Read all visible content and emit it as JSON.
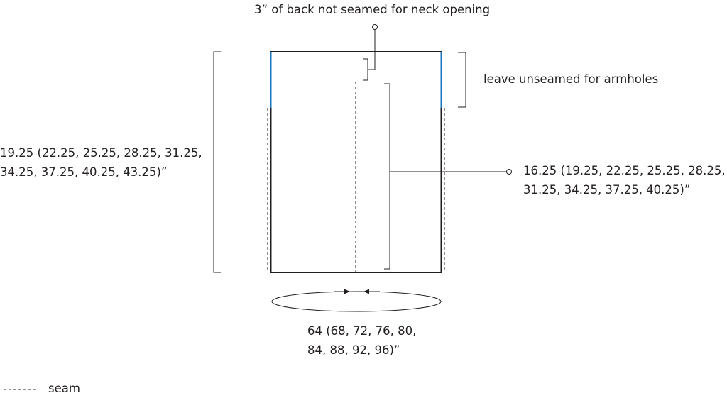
{
  "labels": {
    "neck_opening": "3” of back not seamed for neck opening",
    "armholes": "leave unseamed for armholes",
    "total_length": [
      "19.25 (22.25, 25.25, 28.25, 31.25,",
      "34.25, 37.25, 40.25, 43.25)”"
    ],
    "seam_length": [
      "16.25 (19.25, 22.25, 25.25, 28.25,",
      "31.25, 34.25, 37.25, 40.25)”"
    ],
    "circumference": [
      "64 (68, 72, 76, 80,",
      "84, 88, 92, 96)”"
    ]
  },
  "legend": {
    "seam": "seam"
  },
  "colors": {
    "outline": "#231f20",
    "armhole_edge": "#1a75bc"
  }
}
